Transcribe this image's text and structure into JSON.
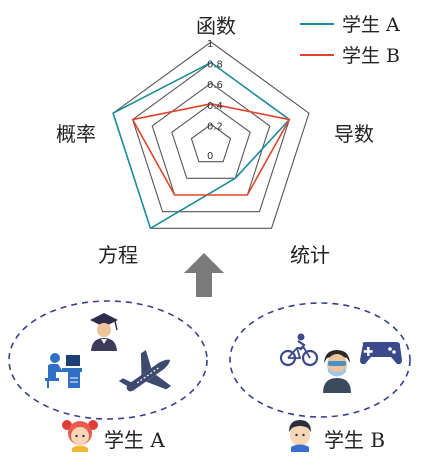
{
  "chart_data": {
    "type": "radar",
    "axes": [
      "函数",
      "导数",
      "统计",
      "方程",
      "概率"
    ],
    "ticks": [
      "0",
      "0.2",
      "0.4",
      "0.6",
      "0.8",
      "1"
    ],
    "range": [
      0,
      1
    ],
    "grid": true,
    "legend_position": "top-right",
    "series": [
      {
        "name": "学生A",
        "color": "#1a8c9c",
        "values": [
          0.8,
          0.8,
          0.4,
          1.0,
          1.0
        ]
      },
      {
        "name": "学生B",
        "color": "#e0452a",
        "values": [
          0.4,
          0.8,
          0.6,
          0.6,
          0.8
        ]
      }
    ]
  },
  "legend": [
    {
      "label": "学生 A",
      "color": "#1a8c9c"
    },
    {
      "label": "学生 B",
      "color": "#e0452a"
    }
  ],
  "arrow": {
    "color": "#7a7a7a",
    "icon": "up-arrow-icon"
  },
  "groups": [
    {
      "label": "学生 A",
      "avatar": "girl-avatar-icon",
      "icons": [
        "graduate-icon",
        "desk-computer-user-icon",
        "airplane-icon"
      ]
    },
    {
      "label": "学生 B",
      "avatar": "boy-avatar-icon",
      "icons": [
        "cyclist-icon",
        "masked-person-icon",
        "gamepad-icon"
      ]
    }
  ],
  "colors": {
    "grid": "#555555",
    "dash": "#3a3f8f",
    "icon": "#3b4a8a"
  }
}
